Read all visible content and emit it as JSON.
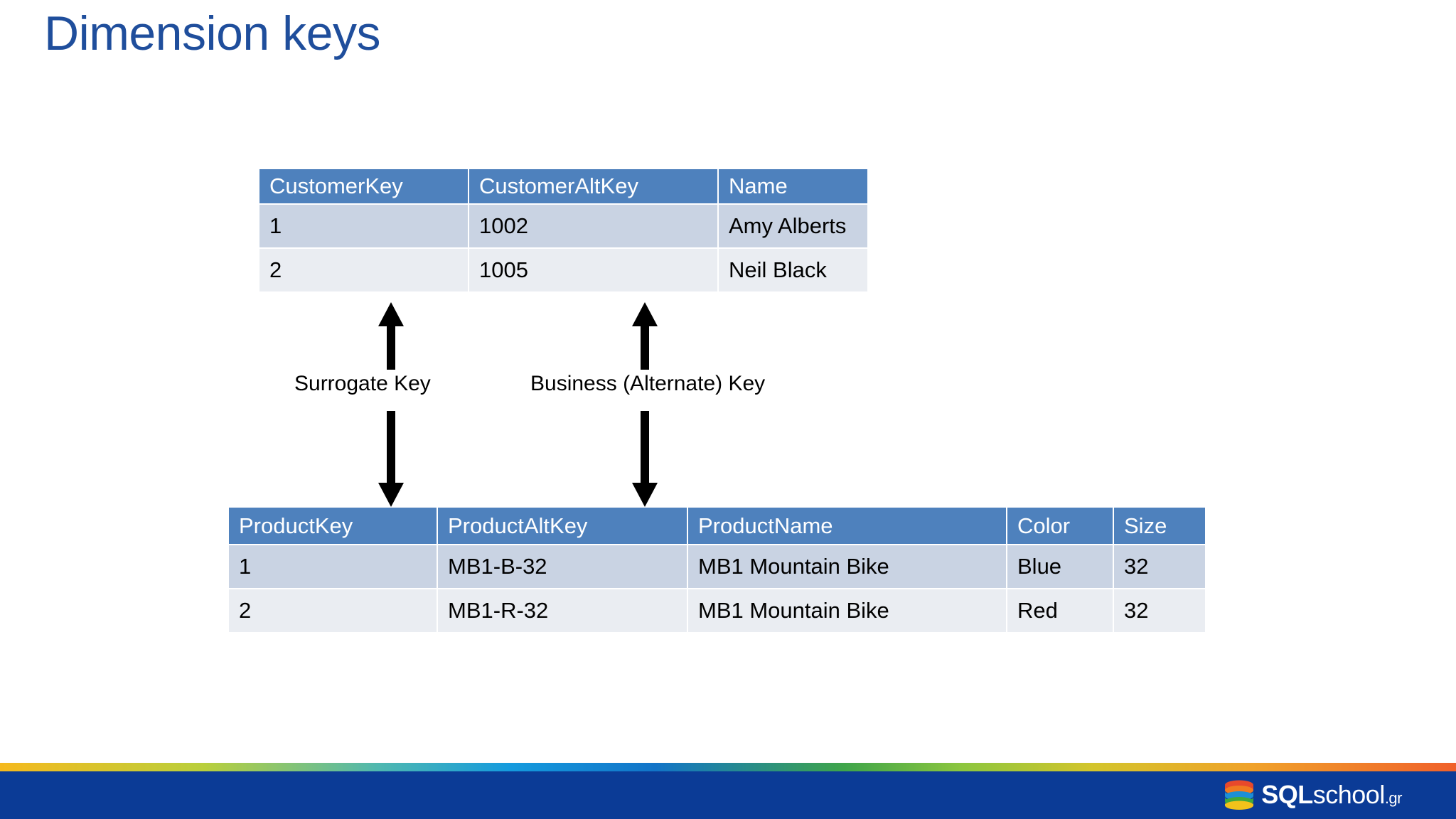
{
  "slide": {
    "title": "Dimension keys",
    "title_color": "#1F4E9C",
    "background": "#FFFFFF"
  },
  "customer_table": {
    "name": "Customer dimension table",
    "header_color": "#4E81BD",
    "columns": [
      "CustomerKey",
      "CustomerAltKey",
      "Name"
    ],
    "rows": [
      [
        "1",
        "1002",
        "Amy Alberts"
      ],
      [
        "2",
        "1005",
        "Neil Black"
      ]
    ]
  },
  "product_table": {
    "name": "Product dimension table",
    "header_color": "#4E81BD",
    "columns": [
      "ProductKey",
      "ProductAltKey",
      "ProductName",
      "Color",
      "Size"
    ],
    "rows": [
      [
        "1",
        "MB1-B-32",
        "MB1 Mountain Bike",
        "Blue",
        "32"
      ],
      [
        "2",
        "MB1-R-32",
        "MB1 Mountain Bike",
        "Red",
        "32"
      ]
    ]
  },
  "connectors": [
    {
      "label": "Surrogate Key",
      "links": "CustomerKey to ProductKey",
      "arrow": "double-headed-vertical"
    },
    {
      "label": "Business (Alternate) Key",
      "links": "CustomerAltKey to ProductAltKey",
      "arrow": "double-headed-vertical"
    }
  ],
  "footer": {
    "bar_color": "#0B3B96",
    "gradient_colors": [
      "#F5B91E",
      "#B9CF3C",
      "#4FB8B0",
      "#159BDE",
      "#1274C8",
      "#3FA54A",
      "#8CC63F",
      "#D3C52C",
      "#F0A22A",
      "#F0602A"
    ],
    "logo": {
      "sql": "SQL",
      "school": "school",
      "tld": ".gr",
      "icon": "database-cylinder-icon"
    }
  }
}
